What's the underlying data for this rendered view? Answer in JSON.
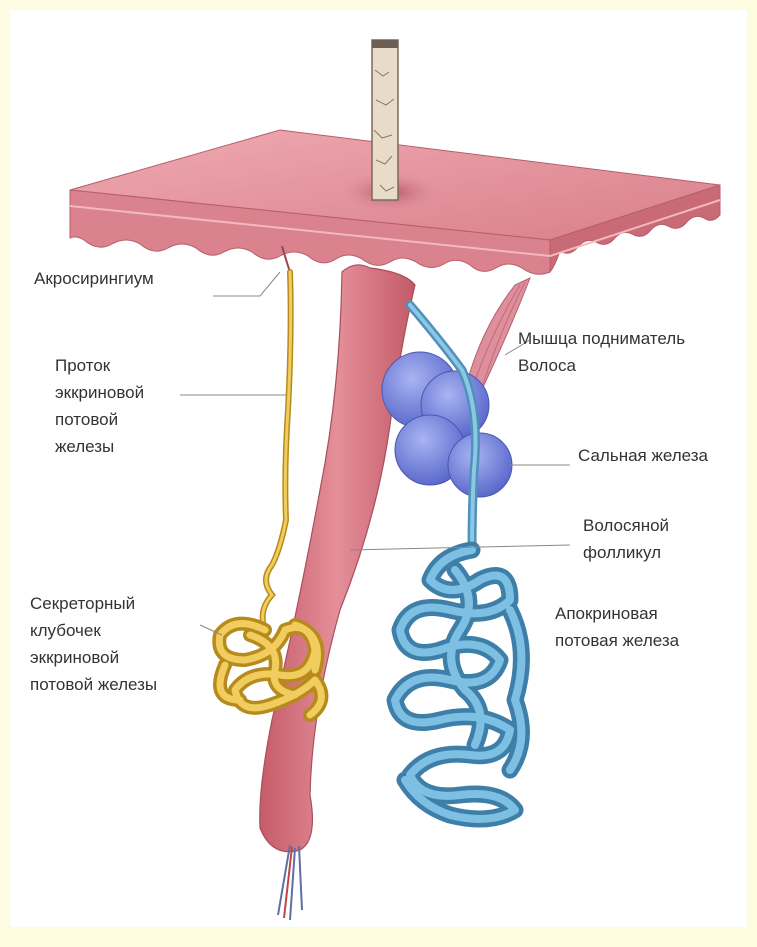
{
  "labels": {
    "acrosyringium": "Акросирингиум",
    "eccrine_duct": [
      "Проток",
      "эккриновой",
      "потовой",
      "железы"
    ],
    "arrector_muscle": [
      "Мышца подниматель",
      "Волоса"
    ],
    "sebaceous_gland": "Сальная железа",
    "hair_follicle": [
      "Волосяной",
      "фолликул"
    ],
    "eccrine_coil": [
      "Секреторный",
      "клубочек",
      "эккриновой",
      "потовой железы"
    ],
    "apocrine_gland": [
      "Апокриновая",
      "потовая железа"
    ]
  },
  "colors": {
    "frame": "#fefce0",
    "skin": "#e48f99",
    "skin_edge": "#b75e6c",
    "follicle": "#d9737f",
    "eccrine": "#e2b73c",
    "apocrine": "#5ea9d1",
    "sebaceous": "#7b8ae0",
    "hair_shaft": "#e8dcc8"
  }
}
